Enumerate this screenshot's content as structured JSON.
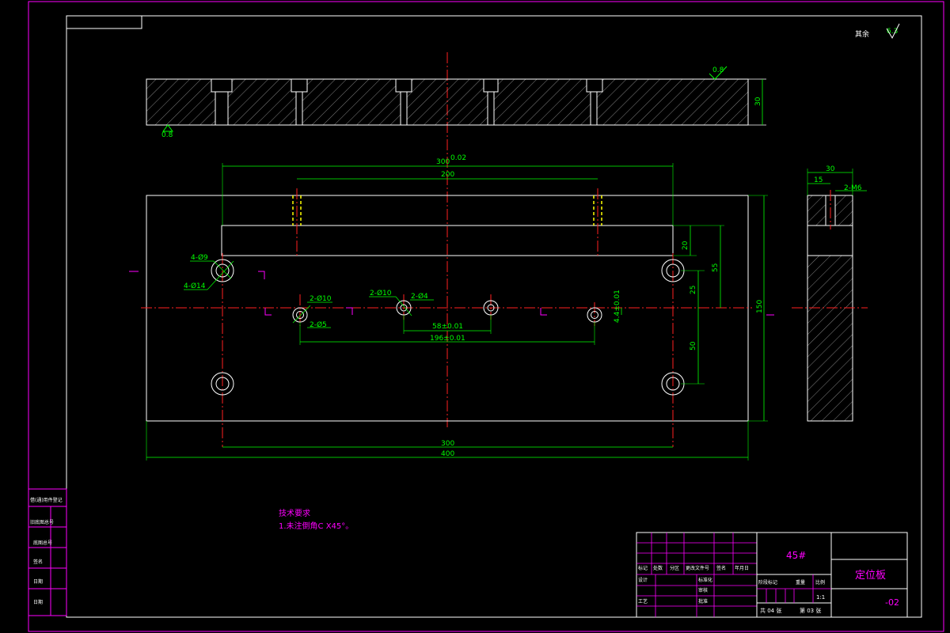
{
  "drawing": {
    "roughness_note": {
      "prefix": "其余",
      "value": "6.3"
    },
    "surface_finish_labels": [
      "0.8",
      "0.8"
    ],
    "side_view_dims": {
      "width": "30",
      "offset": "15",
      "thread": "2-M6"
    },
    "top_view_dims": {
      "thickness": "30"
    },
    "front_view_dims": {
      "overall_span": "300",
      "tol": "0.02",
      "inner_span": "200",
      "holes_outer_dia": "4-Ø14",
      "holes_inner_dia": "4-Ø9",
      "pin_holes_a": "2-Ø10",
      "pin_holes_a_small": "2-Ø5",
      "pin_holes_b": "2-Ø10",
      "pin_holes_b_small": "2-Ø4",
      "dim_58": "58±0.01",
      "dim_196": "196±0.01",
      "dim_4": "4.4±0.01",
      "dim_20": "20",
      "dim_55": "55",
      "dim_25": "25",
      "dim_50": "50",
      "dim_150": "150",
      "bottom_300": "300",
      "bottom_400": "400"
    },
    "tech_req_title": "技术要求",
    "tech_req_line": "1.未注倒角C X45°。"
  },
  "left_block": [
    "借(通)用件登记",
    "旧底图总号",
    "底图总号",
    "签名",
    "日期",
    "日期"
  ],
  "title_block": {
    "material": "45#",
    "part_name": "定位板",
    "drawing_no": "-02",
    "scale": "1:1",
    "sheet_total": "共 04 张",
    "sheet_no": "第 03 张",
    "col_headers": [
      "标记",
      "处数",
      "分区",
      "更改文件号",
      "签名",
      "年月日"
    ],
    "row_labels": [
      "设计",
      "审核",
      "工艺",
      "标准化",
      "批准"
    ],
    "stage_headers": [
      "阶段标记",
      "重量",
      "比例"
    ]
  }
}
